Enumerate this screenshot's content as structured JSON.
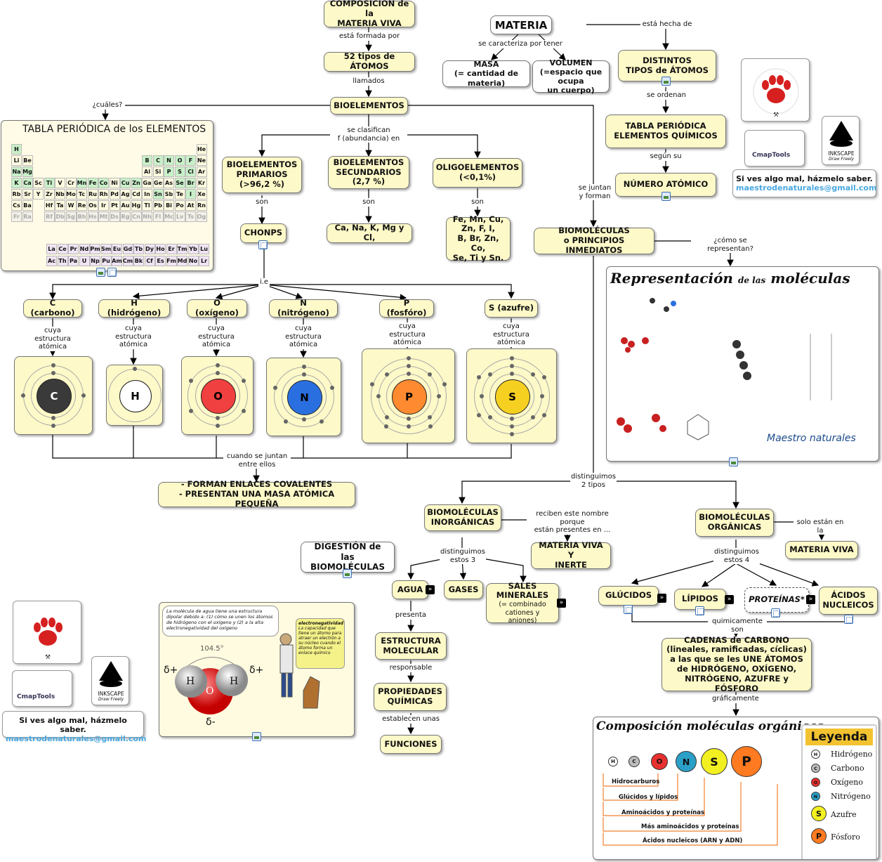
{
  "nodes": {
    "composicion": "COMPOSICIÓN de la\nMATERIA VIVA",
    "tipos_atomos": "52 tipos de ÁTOMOS",
    "bioelementos": "BIOELEMENTOS",
    "materia": "MATERIA",
    "masa": "MASA\n(= cantidad de materia)",
    "volumen": "VOLUMEN\n(=espacio que ocupa\nun cuerpo)",
    "distintos": "DISTINTOS\nTIPOS de ÁTOMOS",
    "tabla": "TABLA PERIÓDICA\nELEMENTOS QUÍMICOS",
    "numero": "NÚMERO ATÓMICO",
    "primarios": "BIOELEMENTOS\nPRIMARIOS\n(>96,2 %)",
    "secundarios": "BIOELEMENTOS\nSECUNDARIOS\n(2,7 %)",
    "oligo": "OLIGOELEMENTOS\n(<0,1%)",
    "chonps": "CHONPS",
    "secund_list": "Ca, Na, K, Mg y Cl,",
    "oligo_list": "Fe, Mn, Cu,\nZn, F, I,\nB, Br, Zn, Co,\nSe, Ti y Sn.",
    "biomoleculas": "BIOMOLÉCULAS\no PRINCIPIOS INMEDIATOS",
    "c": "C (carbono)",
    "h": "H  (hidrógeno)",
    "o": "O (oxígeno)",
    "n": "N (nitrógeno)",
    "p": "P (fosfóro)",
    "s": "S (azufre)",
    "enlaces": "- FORMAN ENLACES COVALENTES\n- PRESENTAN UNA MASA ATÓMICA PEQUEÑA",
    "inorganicas": "BIOMOLÉCULAS\nINORGÁNICAS",
    "organicas": "BIOMOLÉCULAS\nORGÁNICAS",
    "materia_inerte": "MATERIA VIVA Y\nINERTE",
    "materia_viva": "MATERIA VIVA",
    "digestion": "DIGESTIÓN de\nlas BIOMOLÉCULAS",
    "agua": "AGUA",
    "gases": "GASES",
    "sales": "SALES\nMINERALES",
    "sales_sub": "(= combinado\ncationes y aniones)",
    "estructura": "ESTRUCTURA\nMOLECULAR",
    "propiedades": "PROPIEDADES\nQUÍMICAS",
    "funciones": "FUNCIONES",
    "glucidos": "GLÚCIDOS",
    "lipidos": "LÍPIDOS",
    "proteinas": "PROTEÍNAS*",
    "acidos": "ÁCIDOS\nNUCLEICOS",
    "cadenas": "CADENAS de CARBONO\n(lineales, ramificadas, cíclicas)\na las que se les UNE ÁTOMOS\nde HIDRÓGENO, OXÍGENO,\nNITRÓGENO, AZUFRE y FÓSFORO"
  },
  "links": {
    "formada": "está formada por",
    "llamados": "llamados",
    "cuales": "¿cuáles?",
    "caracteriza": "se caracteriza por tener",
    "hecha": "está hecha de",
    "ordenan": "se ordenan",
    "segun": "según su",
    "clasifican": "se clasifican\nf (abundancia) en",
    "son1": "son",
    "son2": "son",
    "son3": "son",
    "juntan": "se juntan\ny forman",
    "como": "¿cómo se representan?",
    "ie": "i.e",
    "cuya_c": "cuya\nestructura atómica",
    "cuya_h": "cuya\nestructura atómica",
    "cuya_o": "cuya\nestructura atómica",
    "cuya_n": "cuya\nestructura atómica",
    "cuya_p": "cuya\nestructura atómica",
    "cuya_s": "cuya\nestructura atómica",
    "cuando": "cuando se juntan\nentre ellos",
    "distinguimos2": "distinguimos\n2 tipos",
    "reciben": "reciben este nombre porque\nestán presentes en ...",
    "solo": "solo están en la",
    "distinguimos3": "distinguimos\nestos  3",
    "distinguimos4": "distinguimos\nestos 4",
    "presenta": "presenta",
    "responsable": "responsable",
    "establecen": "establecen unas",
    "quimicamente": "quimicamente son",
    "graficamente": "gráficamente"
  },
  "periodic": {
    "title": "TABLA PERIÓDICA de los ELEMENTOS",
    "rows": [
      [
        "H",
        "",
        "",
        "",
        "",
        "",
        "",
        "",
        "",
        "",
        "",
        "",
        "",
        "",
        "",
        "",
        "",
        "He"
      ],
      [
        "Li",
        "Be",
        "",
        "",
        "",
        "",
        "",
        "",
        "",
        "",
        "",
        "",
        "B",
        "C",
        "N",
        "O",
        "F",
        "Ne"
      ],
      [
        "Na",
        "Mg",
        "",
        "",
        "",
        "",
        "",
        "",
        "",
        "",
        "",
        "",
        "Al",
        "Si",
        "P",
        "S",
        "Cl",
        "Ar"
      ],
      [
        "K",
        "Ca",
        "Sc",
        "Ti",
        "V",
        "Cr",
        "Mn",
        "Fe",
        "Co",
        "Ni",
        "Cu",
        "Zn",
        "Ga",
        "Ge",
        "As",
        "Se",
        "Br",
        "Kr"
      ],
      [
        "Rb",
        "Sr",
        "Y",
        "Zr",
        "Nb",
        "Mo",
        "Tc",
        "Ru",
        "Rh",
        "Pd",
        "Ag",
        "Cd",
        "In",
        "Sn",
        "Sb",
        "Te",
        "I",
        "Xe"
      ],
      [
        "Cs",
        "Ba",
        "",
        "Hf",
        "Ta",
        "W",
        "Re",
        "Os",
        "Ir",
        "Pt",
        "Au",
        "Hg",
        "Tl",
        "Pb",
        "Bi",
        "Po",
        "At",
        "Rn"
      ],
      [
        "Fr",
        "Ra",
        "",
        "Rf",
        "Db",
        "Sg",
        "Bh",
        "Hs",
        "Mt",
        "Ds",
        "Rg",
        "Cn",
        "Nh",
        "Fl",
        "Mc",
        "Lv",
        "Ts",
        "Og"
      ]
    ],
    "lanthanides": [
      "La",
      "Ce",
      "Pr",
      "Nd",
      "Pm",
      "Sm",
      "Eu",
      "Gd",
      "Tb",
      "Dy",
      "Ho",
      "Er",
      "Tm",
      "Yb",
      "Lu"
    ],
    "actinides": [
      "Ac",
      "Th",
      "Pa",
      "U",
      "Np",
      "Pu",
      "Am",
      "Cm",
      "Bk",
      "Cf",
      "Es",
      "Fm",
      "Md",
      "No",
      "Lr"
    ]
  },
  "atoms": {
    "c": {
      "symbol": "C",
      "color": "#3a3a3a",
      "text": "#ffffff"
    },
    "h": {
      "symbol": "H",
      "color": "#ffffff",
      "text": "#000000"
    },
    "o": {
      "symbol": "O",
      "color": "#f04040",
      "text": "#000000"
    },
    "n": {
      "symbol": "N",
      "color": "#2a6fe0",
      "text": "#000000"
    },
    "p": {
      "symbol": "P",
      "color": "#ff8a30",
      "text": "#000000"
    },
    "s": {
      "symbol": "S",
      "color": "#f5d020",
      "text": "#000000"
    }
  },
  "representacion": {
    "title": "Representación",
    "title2": "de las",
    "title3": "moléculas",
    "brand": "Maestro naturales"
  },
  "water": {
    "text": "La molécula de agua tiene una estructura dipolar debido a: (1) cómo se unen los átomos de hidrógeno con el oxígeno y (2) a la alta electronegatividad del oxígeno",
    "note_title": "electronegatividad",
    "note": "La capacidad que tiene un átomo para atraer un electrón a su núcleo cuando el átomo forma un enlace químico",
    "angle": "104.5°",
    "delta_plus": "δ+",
    "delta_minus": "δ-",
    "h": "H",
    "o": "O"
  },
  "composicion_panel": {
    "title": "Composición moléculas orgánicas",
    "legend_title": "Leyenda",
    "bars": [
      "Hidrocarburos",
      "Glúcidos y lípidos",
      "Aminoácidos y proteínas",
      "Más aminoácidos y proteínas",
      "Ácidos nucleicos (ARN y ADN)"
    ],
    "legend": [
      {
        "sym": "H",
        "name": "Hidrógeno",
        "color": "#ffffff"
      },
      {
        "sym": "C",
        "name": "Carbono",
        "color": "#bbbbbb"
      },
      {
        "sym": "O",
        "name": "Oxígeno",
        "color": "#e83030"
      },
      {
        "sym": "N",
        "name": "Nitrógeno",
        "color": "#2aa0c8"
      },
      {
        "sym": "S",
        "name": "Azufre",
        "color": "#f2f020"
      },
      {
        "sym": "P",
        "name": "Fósforo",
        "color": "#ff7a20"
      }
    ],
    "balls": [
      "H",
      "C",
      "O",
      "N",
      "S",
      "P"
    ]
  },
  "footer": {
    "msg": "Si ves algo mal, házmelo saber.",
    "mail": "maestrodenaturales@gmail.com",
    "cmap": "CmapTools",
    "inkscape": "INKSCAPE",
    "inkscape_sub": "Draw Freely",
    "logo": "Maestro de naturales"
  }
}
